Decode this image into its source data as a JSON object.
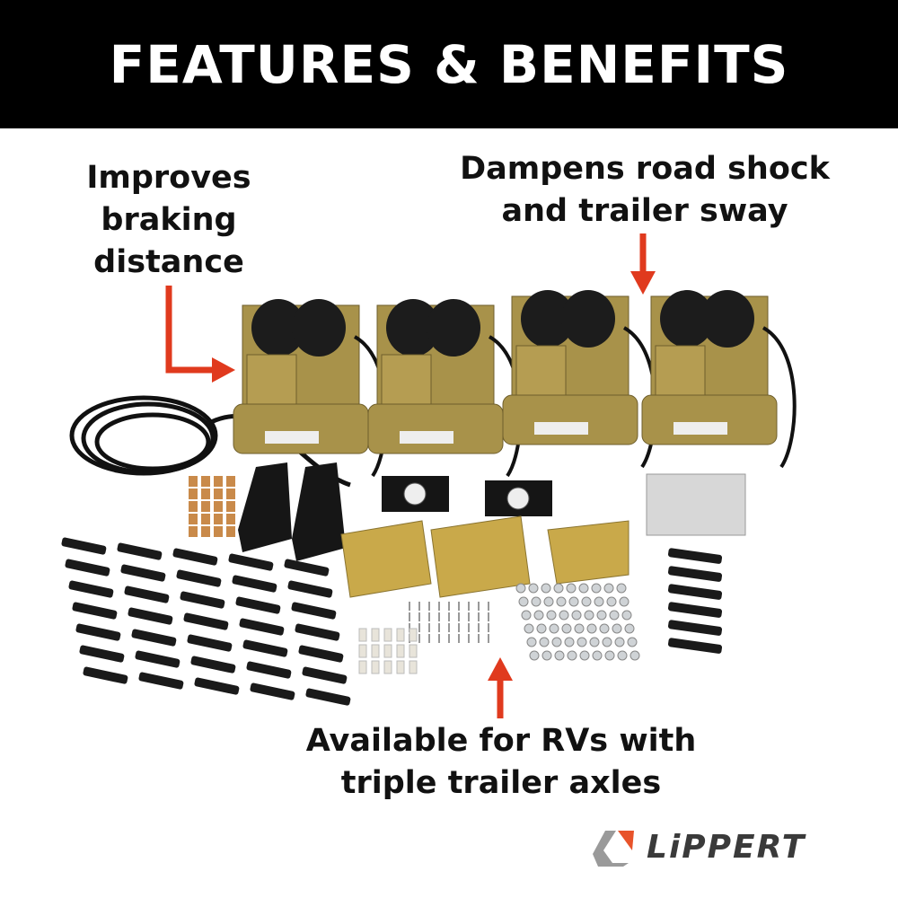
{
  "header": {
    "title": "FEATURES & BENEFITS"
  },
  "callouts": {
    "braking": [
      "Improves",
      "braking",
      "distance"
    ],
    "shock": [
      "Dampens road shock",
      "and trailer sway"
    ],
    "axles": [
      "Available for RVs with",
      "triple trailer axles"
    ]
  },
  "brand": {
    "name": "LIPPERT",
    "logo_text": "LiPPERT",
    "accent": "#e8532a",
    "gray": "#9a9a9a"
  },
  "colors": {
    "arrow": "#e03a1e",
    "banner": "#000000",
    "metal": "#a8924a",
    "rubber": "#1c1c1c"
  }
}
